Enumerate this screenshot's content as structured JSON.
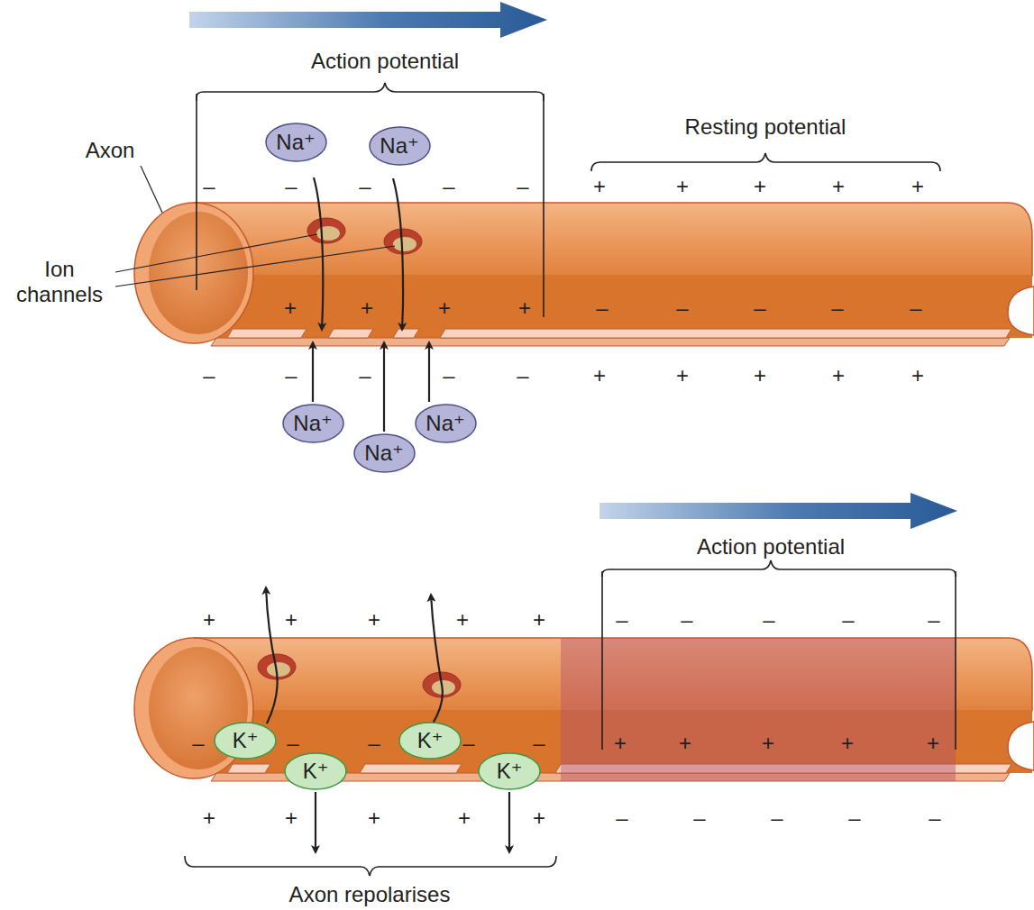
{
  "diagram": {
    "nodes": [
      {
        "text": [
          "Na⁺"
        ]
      },
      {
        "text": [
          "Na⁺"
        ]
      },
      {
        "text": [
          "Na⁺"
        ]
      },
      {
        "text": [
          "Na⁺"
        ]
      },
      {
        "text": [
          "Na⁺"
        ]
      },
      {
        "text": [
          "K⁺"
        ]
      },
      {
        "text": [
          "K⁺"
        ]
      },
      {
        "text": [
          "K⁺"
        ]
      },
      {
        "text": [
          "K⁺"
        ]
      }
    ],
    "labels": [
      "Action potential",
      "Resting potential",
      "Axon",
      "Ion channels",
      "–",
      "–",
      "–",
      "–",
      "–",
      "+",
      "+",
      "+",
      "+",
      "+",
      "+",
      "+",
      "+",
      "+",
      "–",
      "–",
      "–",
      "–",
      "–",
      "–",
      "–",
      "–",
      "–",
      "–",
      "+",
      "+",
      "+",
      "+",
      "+",
      "Action potential",
      "Axon repolarises",
      "+",
      "+",
      "+",
      "+",
      "+",
      "–",
      "–",
      "–",
      "–",
      "–",
      "–",
      "–",
      "–",
      "–",
      "–",
      "+",
      "+",
      "+",
      "+",
      "+",
      "+",
      "+",
      "+",
      "+",
      "+",
      "–",
      "–",
      "–",
      "–",
      "–"
    ]
  }
}
